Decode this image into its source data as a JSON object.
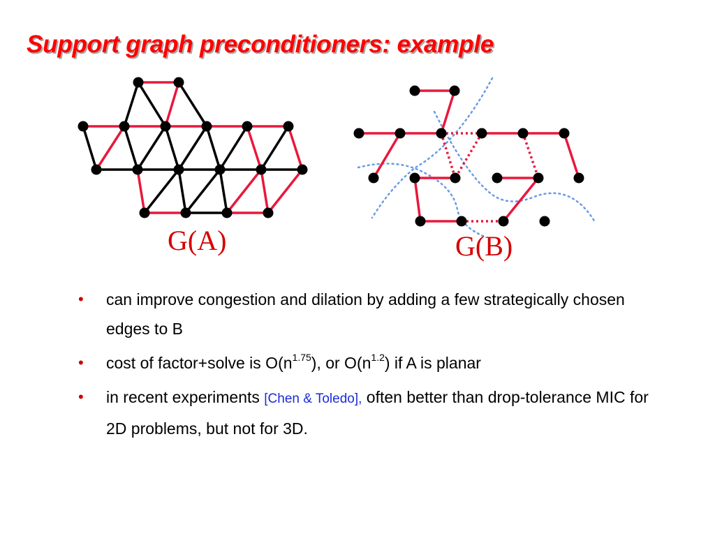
{
  "slide": {
    "title": "Support graph preconditioners: example"
  },
  "figure": {
    "caption_a": "G(A)",
    "caption_b": "G(B)",
    "colors": {
      "red_edge": "#e8183c",
      "black_edge": "#000000",
      "node": "#000000",
      "separator": "#6a9ae6"
    }
  },
  "bullets": [
    {
      "text": "can improve congestion and dilation by adding a few strategically chosen edges to B"
    },
    {
      "pre": "cost of factor+solve is O(n",
      "sup1": "1.75",
      "mid": "), or O(n",
      "sup2": "1.2",
      "post": ") if A is planar"
    },
    {
      "pre": "in recent experiments ",
      "cite": "[Chen & Toledo],",
      "post": " often better than drop-tolerance MIC for 2D problems, but not for 3D."
    }
  ]
}
